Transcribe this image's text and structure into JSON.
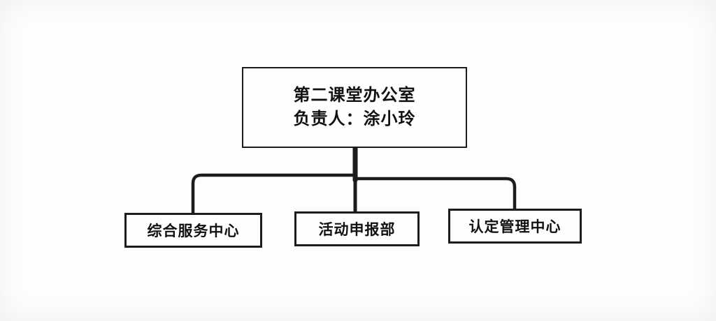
{
  "diagram": {
    "type": "org-chart",
    "root": {
      "title": "第二课堂办公室",
      "subtitle": "负责人：涂小玲"
    },
    "children": [
      {
        "label": "综合服务中心"
      },
      {
        "label": "活动申报部"
      },
      {
        "label": "认定管理中心"
      }
    ],
    "colors": {
      "line": "#1c1c1c",
      "border": "#1c1c1c",
      "background": "#fdfdfd",
      "text": "#111111"
    }
  }
}
